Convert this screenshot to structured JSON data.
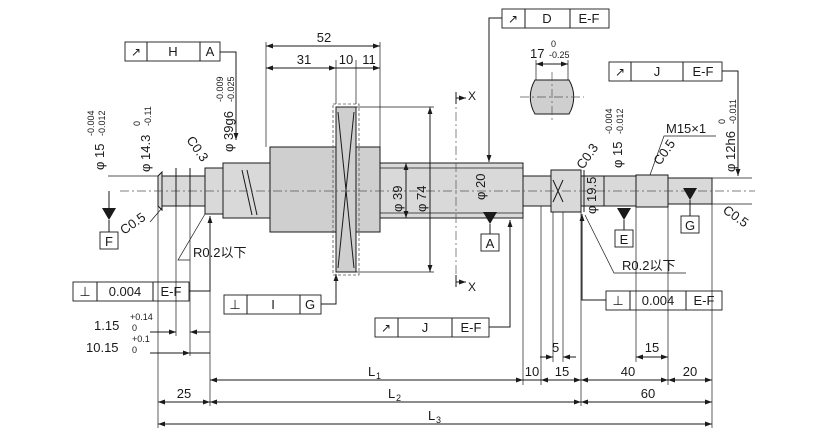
{
  "colors": {
    "shaft": "#d9d9d9",
    "nut": "#cfcfcf",
    "line": "#1a1a1a",
    "arrow": "#1a1a1a"
  },
  "frames": {
    "h_a": {
      "symbol": "↗",
      "ref": "H",
      "datum": "A"
    },
    "d_ef": {
      "symbol": "↗",
      "ref": "D",
      "datum": "E-F"
    },
    "j_ef_top": {
      "symbol": "↗",
      "ref": "J",
      "datum": "E-F"
    },
    "perp_left": {
      "symbol": "⊥",
      "tol": "0.004",
      "datum": "E-F"
    },
    "perp_i": {
      "symbol": "⊥",
      "ref": "I",
      "datum": "G"
    },
    "j_ef_bottom": {
      "symbol": "↗",
      "ref": "J",
      "datum": "E-F"
    },
    "perp_right": {
      "symbol": "⊥",
      "tol": "0.004",
      "datum": "E-F"
    }
  },
  "datums": {
    "f": "F",
    "e": "E",
    "g": "G",
    "a": "A"
  },
  "dims": {
    "d52": "52",
    "d31": "31",
    "d10": "10",
    "d11": "11",
    "d17": "17",
    "d17_up": "0",
    "d17_lo": "-0.25",
    "phi15_left": "φ 15",
    "phi15_left_up": "-0.004",
    "phi15_left_lo": "-0.012",
    "phi14": "φ 14.3",
    "phi14_up": "0",
    "phi14_lo": "-0.11",
    "c03_left": "C0.3",
    "phi39g6": "φ 39g6",
    "phi39g6_up": "-0.009",
    "phi39g6_lo": "-0.025",
    "c05_left": "C0.5",
    "r02_left": "R0.2以下",
    "phi39": "φ 39",
    "phi74": "φ 74",
    "phi20": "φ 20",
    "x": "X",
    "c03_right": "C0.3",
    "phi15_right": "φ 15",
    "phi15_right_up": "-0.004",
    "phi15_right_lo": "-0.012",
    "phi19": "φ 19.5",
    "m15": "M15×1",
    "c05_right_top": "C0.5",
    "phi12h6": "φ 12h6",
    "phi12h6_up": "0",
    "phi12h6_lo": "-0.011",
    "c05_right": "C0.5",
    "r02_right": "R0.2以下",
    "d115": "1.15",
    "d115_up": "+0.14",
    "d115_lo": "0",
    "d1015": "10.15",
    "d1015_up": "+0.1",
    "d1015_lo": "0",
    "d5": "5",
    "d15a": "15",
    "d25": "25",
    "L1": "L",
    "L1_sub": "1",
    "d10b": "10",
    "d15b": "15",
    "d40": "40",
    "d20": "20",
    "L2": "L",
    "L2_sub": "2",
    "d60": "60",
    "L3": "L",
    "L3_sub": "3"
  }
}
